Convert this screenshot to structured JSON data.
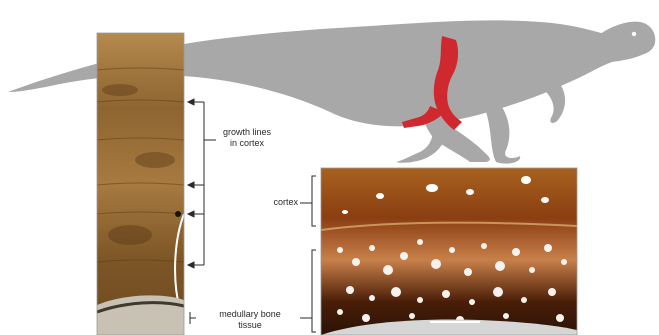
{
  "figure": {
    "labels": {
      "growth_lines_line1": "growth lines",
      "growth_lines_line2": "in cortex",
      "cortex": "cortex",
      "medullary_line1": "medullary bone",
      "medullary_line2": "tissue"
    },
    "colors": {
      "dinosaur_silhouette": "#a8a8a8",
      "leg_bone_highlight": "#d0282f",
      "bone_section_left": "#9a6a2e",
      "bone_section_right": "#7a3a16",
      "bracket_lines": "#2a2a2a"
    },
    "icons": {
      "silhouette": "hadrosaur-silhouette-icon",
      "leg_bone": "femur-highlight-icon"
    }
  }
}
